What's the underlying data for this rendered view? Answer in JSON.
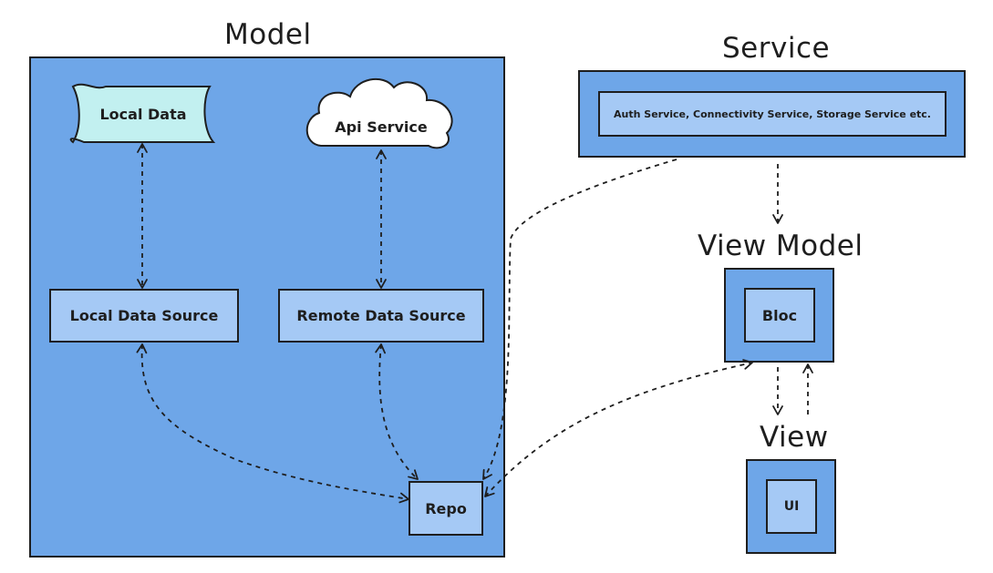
{
  "titles": {
    "model": "Model",
    "service": "Service",
    "view_model": "View Model",
    "view": "View"
  },
  "nodes": {
    "local_data": "Local Data",
    "api_service": "Api Service",
    "local_data_source": "Local Data Source",
    "remote_data_source": "Remote Data Source",
    "repo": "Repo",
    "services": "Auth Service, Connectivity Service, Storage Service etc.",
    "bloc": "Bloc",
    "ui": "UI"
  },
  "colors": {
    "panel": "#6ea6e8",
    "box": "#a5c9f5",
    "local_data_fill": "#c2f0f0",
    "cloud_fill": "#ffffff",
    "stroke": "#1e1e1e"
  }
}
